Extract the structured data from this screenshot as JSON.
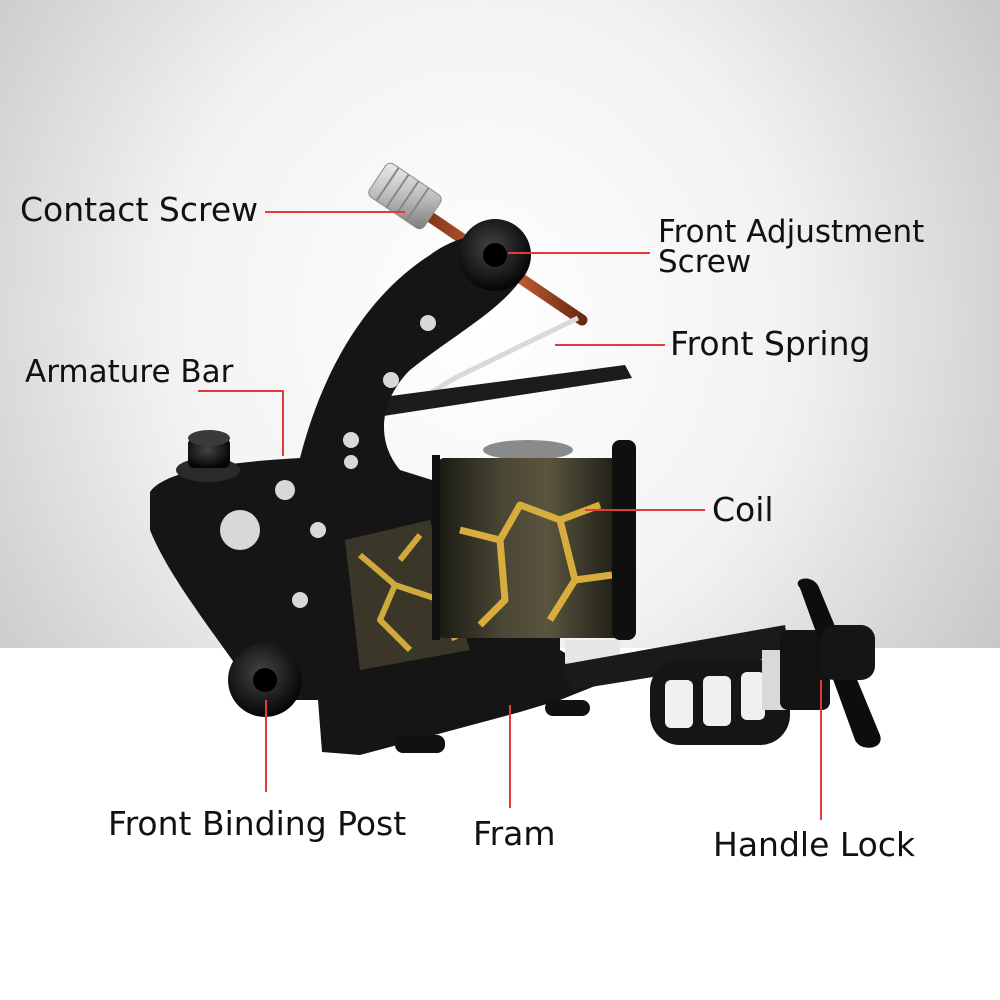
{
  "labels": {
    "contact_screw": "Contact Screw",
    "front_adjustment_screw_line1": "Front Adjustment",
    "front_adjustment_screw_line2": "Screw",
    "front_spring": "Front Spring",
    "armature_bar": "Armature Bar",
    "coil": "Coil",
    "front_binding_post": "Front Binding Post",
    "fram": "Fram",
    "handle_lock": "Handle Lock"
  },
  "colors": {
    "leader_line": "#e23b3b",
    "frame": "#141414",
    "coil_gold": "#c9a23a"
  }
}
